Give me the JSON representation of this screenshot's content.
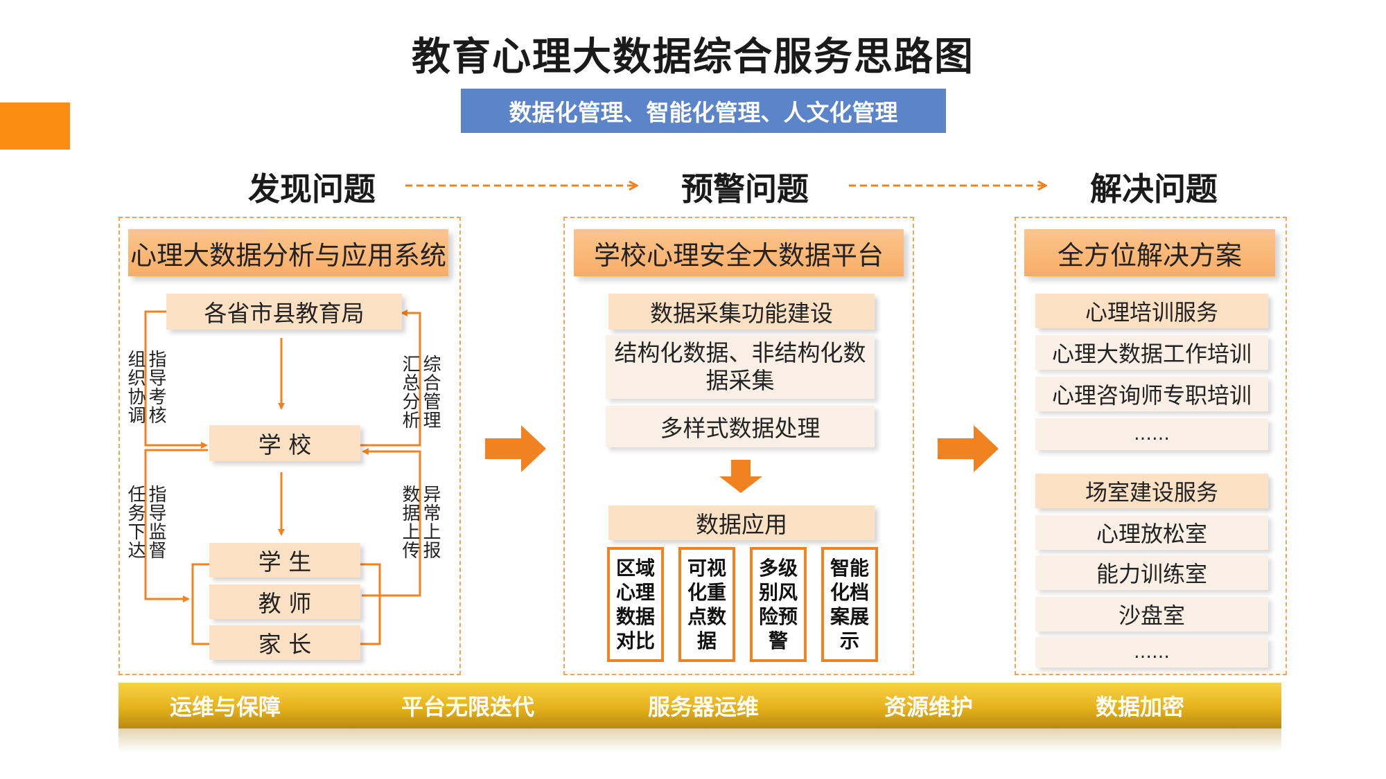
{
  "title": "教育心理大数据综合服务思路图",
  "subtitle": "数据化管理、智能化管理、人文化管理",
  "phases": [
    "发现问题",
    "预警问题",
    "解决问题"
  ],
  "left": {
    "header": "心理大数据分析与应用系统",
    "top_box": "各省市县教育局",
    "school": "学 校",
    "people": [
      "学 生",
      "教 师",
      "家 长"
    ],
    "labels": {
      "upper_left_a": "组织协调",
      "upper_left_b": "指导考核",
      "upper_right_a": "汇总分析",
      "upper_right_b": "综合管理",
      "lower_left_a": "任务下达",
      "lower_left_b": "指导监督",
      "lower_right_a": "数据上传",
      "lower_right_b": "异常上报"
    }
  },
  "middle": {
    "header": "学校心理安全大数据平台",
    "box1": "数据采集功能建设",
    "box2": "结构化数据、非结构化数据采集",
    "box3": "多样式数据处理",
    "app_title": "数据应用",
    "apps": [
      "区域心理数据对比",
      "可视化重点数据",
      "多级别风险预警",
      "智能化档案展示"
    ]
  },
  "right": {
    "header": "全方位解决方案",
    "group1": [
      "心理培训服务",
      "心理大数据工作培训",
      "心理咨询师专职培训",
      "……"
    ],
    "group2": [
      "场室建设服务",
      "心理放松室",
      "能力训练室",
      "沙盘室",
      "……"
    ]
  },
  "footer": [
    "运维与保障",
    "平台无限迭代",
    "服务器运维",
    "资源维护",
    "数据加密"
  ],
  "colors": {
    "orange": "#f08220",
    "blue": "#5b84c9",
    "gold": "#e6b21c",
    "peach": "#fcc58d"
  }
}
